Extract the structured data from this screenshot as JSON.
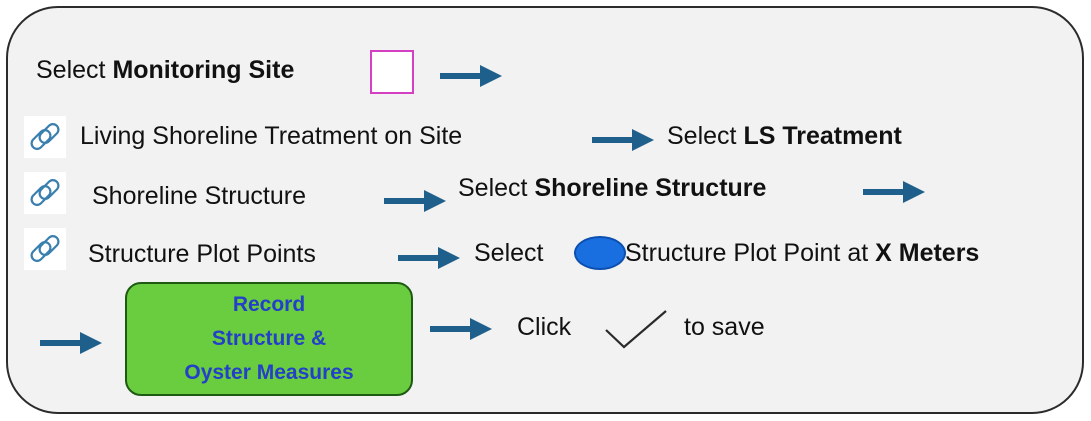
{
  "steps": {
    "row1": {
      "prefix": "Select ",
      "bold": "Monitoring Site"
    },
    "row2": {
      "label": "Living Shoreline Treatment on Site",
      "prefix": "Select ",
      "bold": "LS Treatment"
    },
    "row3": {
      "label": "Shoreline Structure",
      "prefix": "Select ",
      "bold": "Shoreline Structure"
    },
    "row4": {
      "label": "Structure Plot Points",
      "prefix": "Select ",
      "middle": " Structure Plot Point at ",
      "bold": "X Meters"
    },
    "row5": {
      "button_lines": [
        "Record",
        "Structure &",
        "Oyster Measures"
      ],
      "click": "Click",
      "suffix": "to save"
    }
  },
  "icons": {
    "link": "link-icon",
    "square": "pink-square-icon",
    "point": "blue-oval-point-icon",
    "check": "checkmark-icon",
    "arrow": "right-arrow-icon"
  },
  "colors": {
    "arrow": "#1f5f8b",
    "square_border": "#d43fc4",
    "point_fill": "#1a6fe0",
    "button_fill": "#6acc3f",
    "button_text": "#2340c8",
    "panel_bg": "#f2f2f2"
  }
}
